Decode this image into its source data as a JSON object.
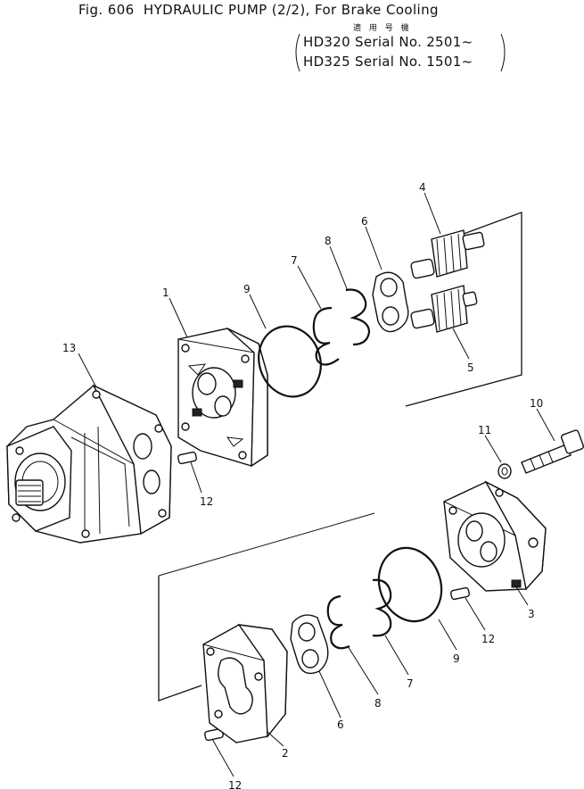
{
  "header": {
    "title": "Fig. 606  HYDRAULIC PUMP (2/2), For Brake Cooling",
    "applicability": "適 用 号 機",
    "serial_lines": [
      "HD320 Serial No. 2501~",
      "HD325 Serial No. 1501~"
    ]
  },
  "callouts": [
    "1",
    "2",
    "3",
    "4",
    "5",
    "6",
    "6",
    "7",
    "7",
    "8",
    "8",
    "9",
    "9",
    "10",
    "11",
    "12",
    "12",
    "12",
    "13"
  ]
}
